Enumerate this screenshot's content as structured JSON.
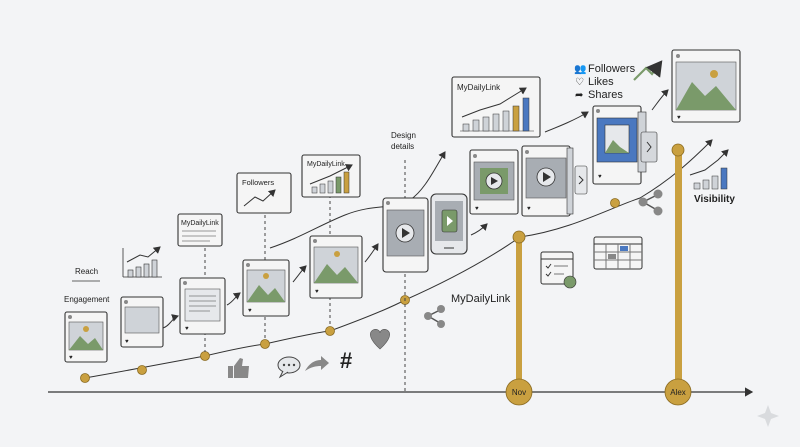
{
  "labels": {
    "reach": "Reach",
    "engagement": "Engagement",
    "mydailylink_small": "MyDailyLink",
    "followers_card": "Followers",
    "mydailylink_card": "MyDailyLink",
    "design_line1": "Design",
    "design_line2": "details",
    "mydailylink_top": "MyDailyLink",
    "followers": "Followers",
    "likes": "Likes",
    "shares": "Shares",
    "visibility": "Visibility",
    "mydailylink_mid": "MyDailyLink",
    "marker_nov": "Nov",
    "marker_alex": "Alex"
  },
  "colors": {
    "gold": "#c9a040",
    "green": "#7a9a6a",
    "blue": "#4a78c0",
    "dark": "#333333"
  },
  "icons": [
    "thumbs-up-icon",
    "speech-bubble-icon",
    "share-arrow-icon",
    "hashtag-icon",
    "heart-icon",
    "network-icon",
    "calendar-icon",
    "schedule-grid-icon",
    "sparkle-icon"
  ]
}
